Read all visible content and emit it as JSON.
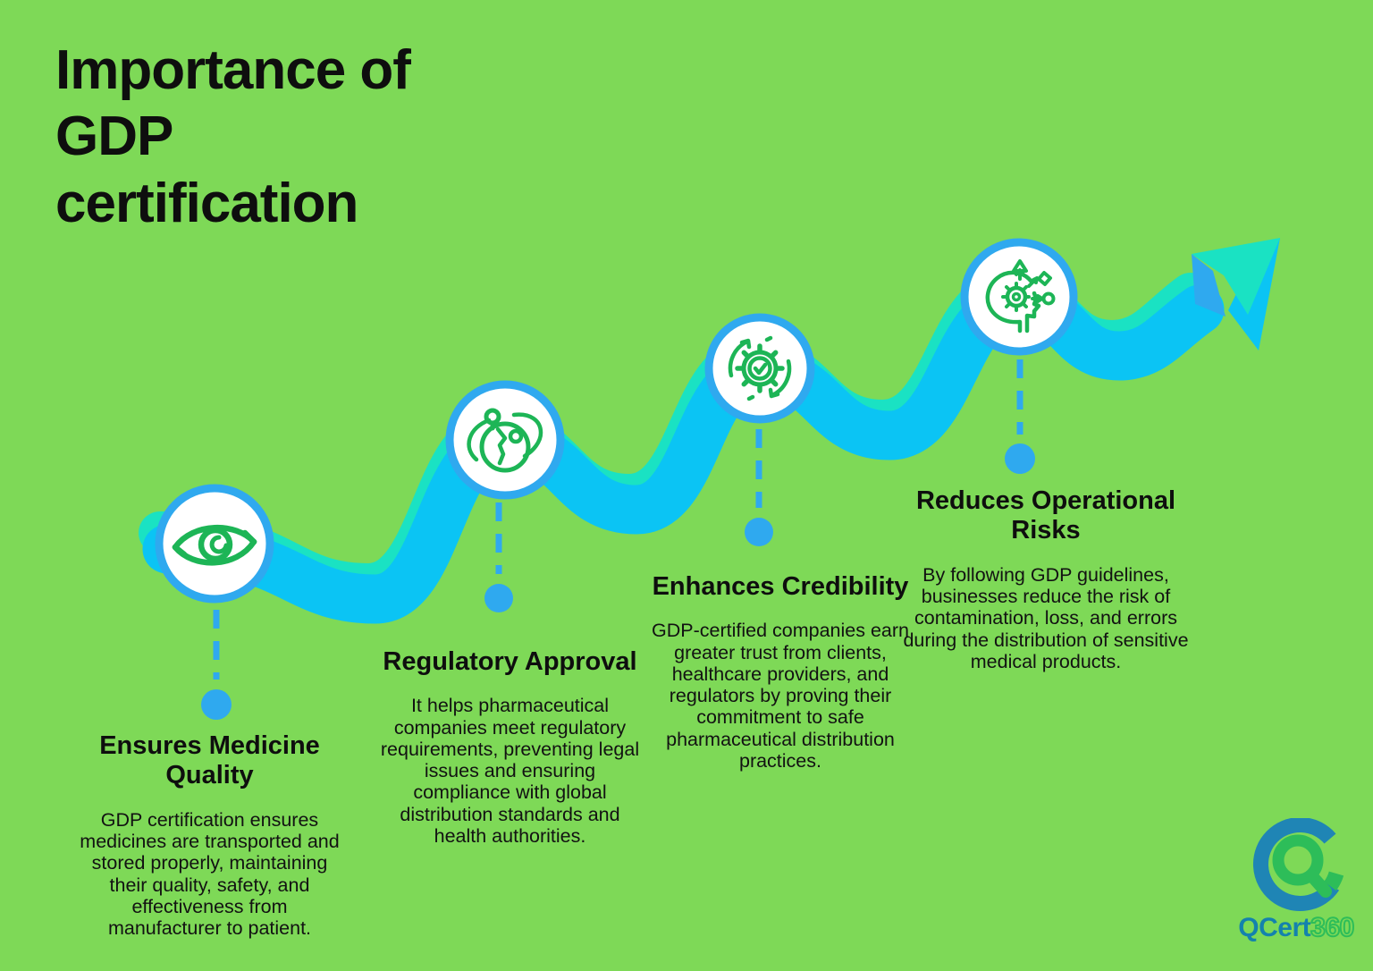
{
  "title": {
    "lines": [
      "Importance of",
      "GDP",
      "certification"
    ]
  },
  "steps": [
    {
      "heading": "Ensures Medicine Quality",
      "body": "GDP certification ensures medicines are transported and stored properly, maintaining their quality, safety, and effectiveness from manufacturer to patient.",
      "icon": "eye-icon"
    },
    {
      "heading": "Regulatory Approval",
      "body": "It helps pharmaceutical companies meet regulatory requirements, preventing legal issues and ensuring compliance with global distribution standards and health authorities.",
      "icon": "globe-icon"
    },
    {
      "heading": "Enhances Credibility",
      "body": "GDP-certified companies earn greater trust from clients, healthcare providers, and regulators by proving their commitment to safe pharmaceutical distribution practices.",
      "icon": "gear-check-icon"
    },
    {
      "heading": "Reduces Operational Risks",
      "body": "By following GDP guidelines, businesses reduce the risk of contamination, loss, and errors during the distribution of sensitive medical products.",
      "icon": "head-gear-icon"
    }
  ],
  "logo": {
    "name": "QCert",
    "suffix": "360"
  },
  "colors": {
    "background": "#7ed957",
    "ribbon_blue": "#0bc4f4",
    "ribbon_teal": "#1ae2c3",
    "node_blue": "#2fa9ef",
    "icon_green": "#1db556",
    "text": "#0e0e0e",
    "logo_blue": "#1482ad",
    "logo_green": "#2dbd59"
  }
}
